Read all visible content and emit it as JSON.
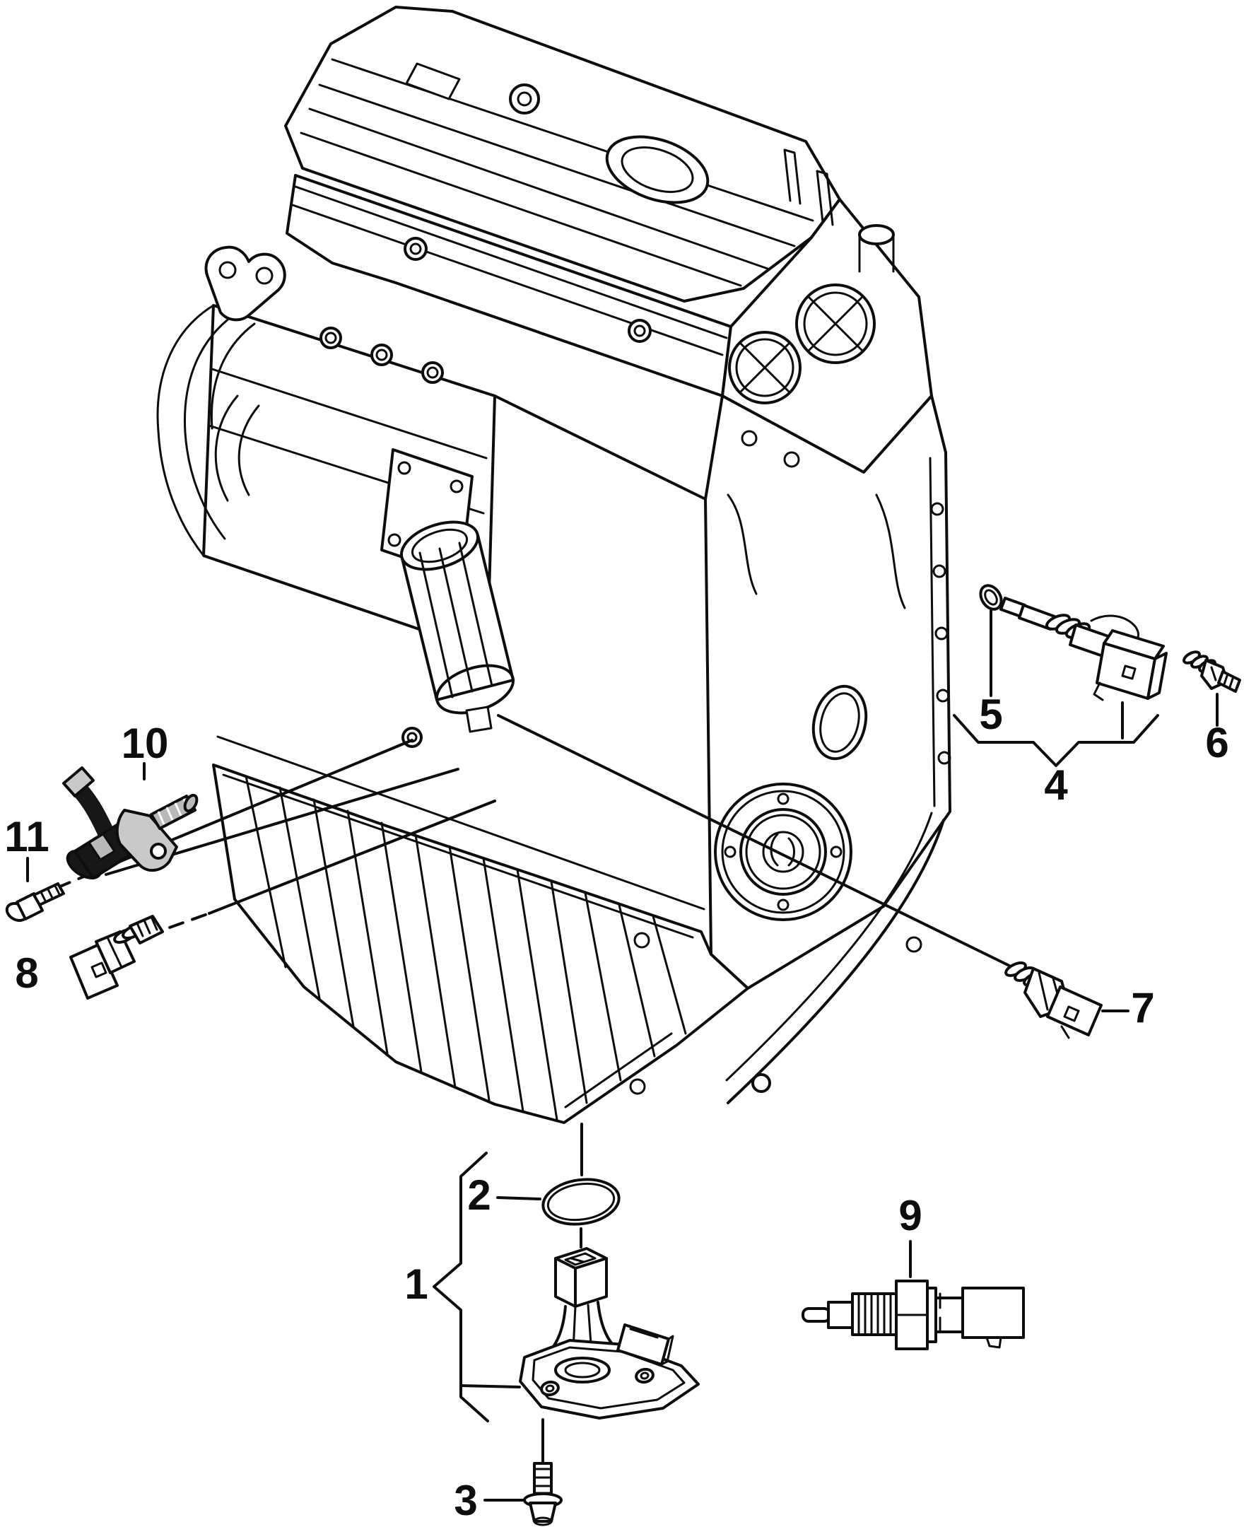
{
  "diagram": {
    "type": "exploded-parts-line-diagram",
    "subject": "engine-sensors-and-switches",
    "background_color": "#ffffff",
    "line_color": "#0d0d0d",
    "shade_gray": "#b9b9b9",
    "shade_dark": "#171717",
    "callouts": [
      {
        "label": "1",
        "part": "oil-level-sensor"
      },
      {
        "label": "2",
        "part": "o-ring-seal"
      },
      {
        "label": "3",
        "part": "mounting-bolt"
      },
      {
        "label": "4",
        "part": "temperature-sensor-assembly"
      },
      {
        "label": "5",
        "part": "o-ring-small"
      },
      {
        "label": "6",
        "part": "fastening-screw"
      },
      {
        "label": "7",
        "part": "coolant-temperature-sensor"
      },
      {
        "label": "8",
        "part": "oil-pressure-switch"
      },
      {
        "label": "9",
        "part": "temperature-switch"
      },
      {
        "label": "10",
        "part": "camshaft-position-sensor"
      },
      {
        "label": "11",
        "part": "sensor-mounting-bolt"
      }
    ]
  }
}
